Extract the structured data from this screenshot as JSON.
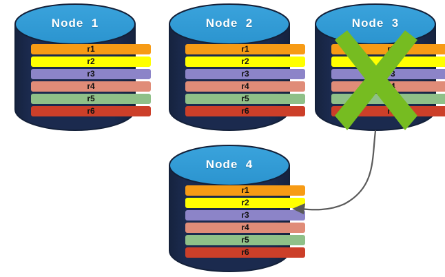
{
  "diagram": {
    "title": "",
    "type": "node-replication-failover-diagram",
    "background_color": "#ffffff",
    "colors": {
      "cylinder_body": "#1b2a4e",
      "cylinder_body_dark": "#16233f",
      "cylinder_top": "#2e9bd6",
      "cylinder_outline": "#132039",
      "title_text": "#ffffff",
      "row_label_text": "#111111",
      "cross_green": "#76bc21",
      "arrow_gray": "#5a5a5a"
    },
    "row_colors": {
      "r1": "#f79b15",
      "r2": "#ffff00",
      "r3": "#8c84c8",
      "r4": "#e08c78",
      "r5": "#8fc088",
      "r6": "#cc3f29"
    }
  },
  "nodes": [
    {
      "id": "node-1",
      "title": "Node  1",
      "failed": false,
      "rows": [
        {
          "label": "r1",
          "color": "#f79b15"
        },
        {
          "label": "r2",
          "color": "#ffff00"
        },
        {
          "label": "r3",
          "color": "#8c84c8"
        },
        {
          "label": "r4",
          "color": "#e08c78"
        },
        {
          "label": "r5",
          "color": "#8fc088"
        },
        {
          "label": "r6",
          "color": "#cc3f29"
        }
      ]
    },
    {
      "id": "node-2",
      "title": "Node  2",
      "failed": false,
      "rows": [
        {
          "label": "r1",
          "color": "#f79b15"
        },
        {
          "label": "r2",
          "color": "#ffff00"
        },
        {
          "label": "r3",
          "color": "#8c84c8"
        },
        {
          "label": "r4",
          "color": "#e08c78"
        },
        {
          "label": "r5",
          "color": "#8fc088"
        },
        {
          "label": "r6",
          "color": "#cc3f29"
        }
      ]
    },
    {
      "id": "node-3",
      "title": "Node  3",
      "failed": true,
      "failure_marker": "green-cross-x",
      "rows": [
        {
          "label": "r1",
          "color": "#f79b15"
        },
        {
          "label": "r2",
          "color": "#ffff00"
        },
        {
          "label": "r3",
          "color": "#8c84c8"
        },
        {
          "label": "r4",
          "color": "#e08c78"
        },
        {
          "label": "r5",
          "color": "#8fc088"
        },
        {
          "label": "r6",
          "color": "#cc3f29"
        }
      ]
    },
    {
      "id": "node-4",
      "title": "Node  4",
      "failed": false,
      "rows": [
        {
          "label": "r1",
          "color": "#f79b15"
        },
        {
          "label": "r2",
          "color": "#ffff00"
        },
        {
          "label": "r3",
          "color": "#8c84c8"
        },
        {
          "label": "r4",
          "color": "#e08c78"
        },
        {
          "label": "r5",
          "color": "#8fc088"
        },
        {
          "label": "r6",
          "color": "#cc3f29"
        }
      ]
    }
  ],
  "connector": {
    "id": "node3-to-node4-arrow",
    "from": "node-3",
    "to": "node-4",
    "label": "",
    "style": "curved-arrow",
    "color": "#5a5a5a"
  }
}
